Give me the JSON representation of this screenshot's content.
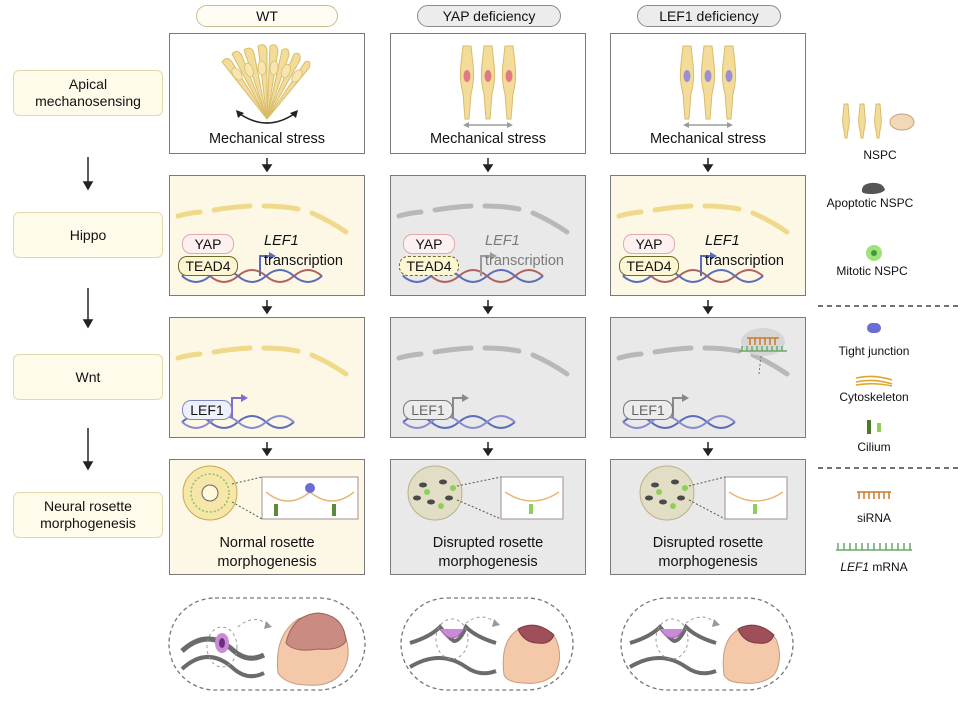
{
  "columns": [
    {
      "label": "WT"
    },
    {
      "label": "YAP deficiency"
    },
    {
      "label": "LEF1 deficiency"
    }
  ],
  "rows": [
    {
      "label": "Apical mechanosensing"
    },
    {
      "label": "Hippo"
    },
    {
      "label": "Wnt"
    },
    {
      "label": "Neural rosette morphogenesis"
    }
  ],
  "mech_label": "Mechanical stress",
  "hippo": {
    "yap": "YAP",
    "tead4": "TEAD4",
    "gene": "LEF1",
    "transcription": "transcription"
  },
  "wnt": {
    "lef1": "LEF1"
  },
  "rosette": {
    "normal": "Normal rosette morphogenesis",
    "disrupted": "Disrupted rosette morphogenesis"
  },
  "legend": {
    "nspc": "NSPC",
    "apoptotic": "Apoptotic NSPC",
    "mitotic": "Mitotic NSPC",
    "tight_junction": "Tight junction",
    "cytoskeleton": "Cytoskeleton",
    "cilium": "Cilium",
    "sirna": "siRNA",
    "mrna_gene": "LEF1",
    "mrna_suffix": " mRNA"
  },
  "colors": {
    "cream": "#fdf8e5",
    "grey_panel": "#e9e9e9",
    "cell": "#f3dc9a",
    "wt_nucleus": "#f5e0a0",
    "yap_nucleus": "#e07a84",
    "lef1_nucleus": "#9a8fd2",
    "dna_blue": "#5b6db8",
    "dna_red": "#b0635e",
    "brain": "#c98b82",
    "neural_tube": "#c98bd8"
  }
}
